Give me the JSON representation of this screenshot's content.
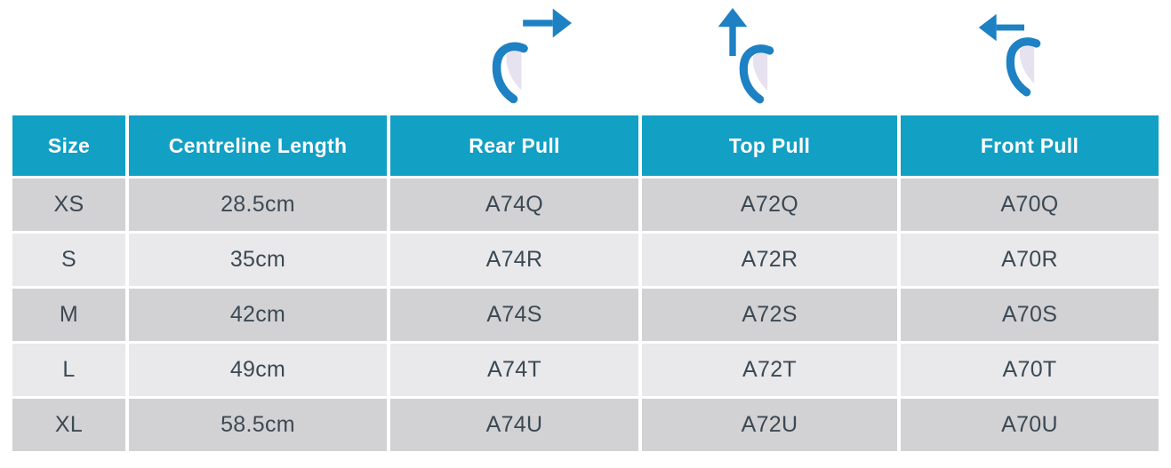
{
  "icons": [
    {
      "name": "rear-pull-direction",
      "arrow": "right"
    },
    {
      "name": "top-pull-direction",
      "arrow": "up"
    },
    {
      "name": "front-pull-direction",
      "arrow": "left"
    }
  ],
  "colors": {
    "header_teal": "#12a0c5",
    "icon_blue": "#1d81c4",
    "hook_lavender": "#e7e2f0",
    "row_dark": "#d2d2d4",
    "row_light": "#e9e9eb",
    "body_text": "#3c4954"
  },
  "table": {
    "headers": [
      "Size",
      "Centreline Length",
      "Rear Pull",
      "Top Pull",
      "Front Pull"
    ],
    "rows": [
      [
        "XS",
        "28.5cm",
        "A74Q",
        "A72Q",
        "A70Q"
      ],
      [
        "S",
        "35cm",
        "A74R",
        "A72R",
        "A70R"
      ],
      [
        "M",
        "42cm",
        "A74S",
        "A72S",
        "A70S"
      ],
      [
        "L",
        "49cm",
        "A74T",
        "A72T",
        "A70T"
      ],
      [
        "XL",
        "58.5cm",
        "A74U",
        "A72U",
        "A70U"
      ]
    ]
  }
}
